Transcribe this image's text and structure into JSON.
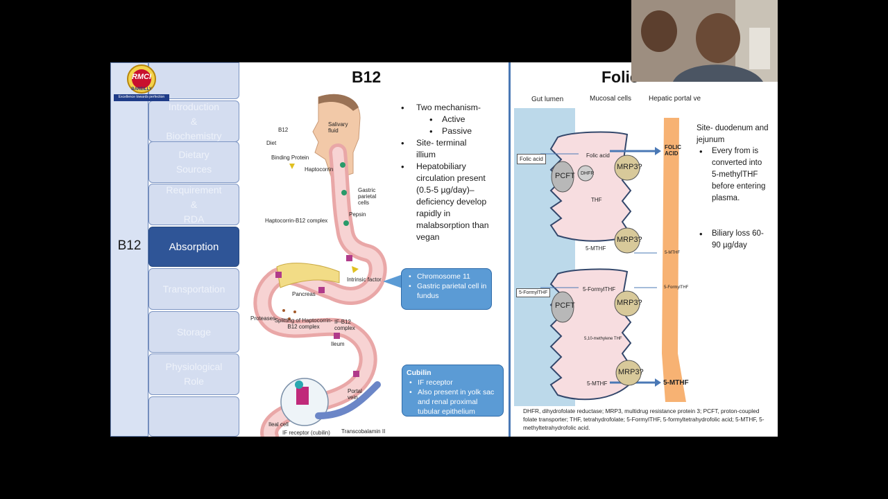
{
  "left_panel": {
    "column_label": "B12",
    "items": [
      {
        "label": "Introduction\n&\nBiochemistry"
      },
      {
        "label": "Dietary\nSources"
      },
      {
        "label": "Requirement\n&\nRDA"
      },
      {
        "label": "Absorption"
      },
      {
        "label": "Transportation"
      },
      {
        "label": "Storage"
      },
      {
        "label": "Physiological\nRole"
      },
      {
        "label": ""
      }
    ],
    "active_index": 3
  },
  "logo": {
    "text": "RMCI",
    "subtitle": "BAREILLY",
    "tagline": "Excellence towards perfection"
  },
  "b12": {
    "title": "B12",
    "bullets": {
      "mech": "Two mechanism-",
      "active": "Active",
      "passive": "Passive",
      "site": "Site- terminal illium",
      "hepato": "Hepatobiliary circulation present (0.5-5 µg/day)– deficiency develop rapidly in malabsorption than vegan"
    },
    "callout1": {
      "line1": "Chromosome 11",
      "line2": "Gastric parietal cell in fundus"
    },
    "callout2": {
      "title": "Cubilin",
      "line1": "IF receptor",
      "line2": "Also present in yolk sac and renal proximal tubular epithelium"
    },
    "diagram_labels": {
      "b12": "B12",
      "diet": "Diet",
      "binding": "Binding Protein",
      "salivary": "Salivary fluid",
      "haptocorrin": "Haptocorrin",
      "gastric": "Gastric parietal cells",
      "pepsin": "Pepsin",
      "hc_complex": "Haptocorrin-B12 complex",
      "intrinsic": "Intrinsic factor",
      "pancreas": "Pancreas",
      "proteases": "Proteases",
      "splitting": "Splitting of Haptocorrin-B12 complex",
      "if_complex": "IF-B12 complex",
      "ileum": "Ileum",
      "portal": "Portal vein",
      "ileal": "Ileal cell",
      "if_receptor": "IF receptor (cubilin)",
      "transcobalamin": "Transcobalamin II"
    }
  },
  "folic": {
    "title": "Folic",
    "headers": {
      "gut": "Gut lumen",
      "mucosal": "Mucosal cells",
      "hepatic": "Hepatic portal ve"
    },
    "labels": {
      "folic_acid_in": "Folic acid",
      "pcft1": "PCFT",
      "dhfr": "DHFR",
      "folic_acid_cell": "Folic acid",
      "thf": "THF",
      "mthf1": "5-MTHF",
      "mrp1": "MRP3?",
      "mrp2": "MRP3?",
      "folic_out": "FOLIC ACID",
      "mthf_small": "5-MTHF",
      "formyl_in": "5-FormylTHF",
      "pcft2": "PCFT",
      "formyl_cell": "5-FormylTHF",
      "methylene": "5,10-methylene THF",
      "mthf2": "5-MTHF",
      "mrp3": "MRP3?",
      "mrp4": "MRP3?",
      "formyl_small": "5-FormylTHF",
      "mthf_out": "5-MTHF"
    },
    "bullets": {
      "site": "Site- duodenum and jejunum",
      "converted": "Every from is converted into 5-methylTHF before entering plasma.",
      "biliary": "Biliary loss 60-90 µg/day"
    },
    "footnote": "DHFR, dihydrofolate reductase; MRP3, multidrug resistance protein 3; PCFT, proton-coupled folate transporter; THF, tetrahydrofolate; 5-FormylTHF, 5-formyltetrahydrofolic acid; 5-MTHF, 5-methyltetrahydrofolic acid."
  },
  "colors": {
    "nav_active": "#2f5597",
    "nav_item": "#d4ddf0",
    "callout": "#5b9bd5",
    "divider": "#4a78b5",
    "gut": "#bcd9ea",
    "cell": "#f7dde0",
    "hepatic": "#f6a55b"
  }
}
